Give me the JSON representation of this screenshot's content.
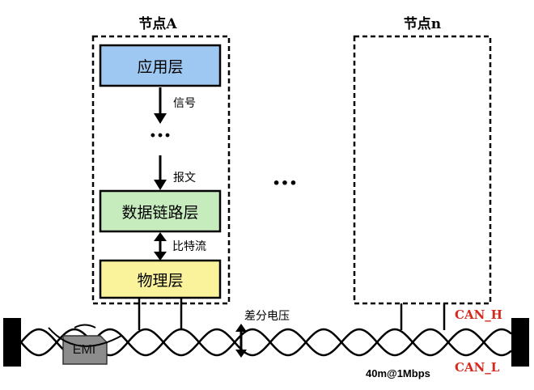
{
  "node_a": {
    "title": "节点A",
    "layers": {
      "application": "应用层",
      "data_link": "数据链路层",
      "physical": "物理层"
    },
    "arrows": {
      "signal": "信号",
      "message": "报文",
      "bitstream": "比特流"
    },
    "ellipsis": "···"
  },
  "node_n": {
    "title": "节点n"
  },
  "middle_ellipsis": "···",
  "bus": {
    "differential_label": "差分电压",
    "can_h": "CAN_H",
    "can_l": "CAN_L",
    "speed": "40m@1Mbps",
    "emi": "EMI"
  },
  "colors": {
    "application": "#9ec7f1",
    "data_link": "#c6ebbd",
    "physical": "#fbf39b",
    "can_label": "#d62a1e",
    "emi_fill": "#8c8c8c"
  }
}
